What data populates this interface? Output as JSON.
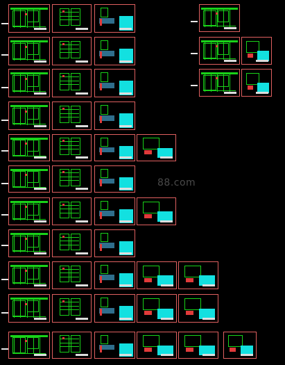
{
  "app": {
    "title": "",
    "watermark": "88.com"
  },
  "colors": {
    "background": "#000000",
    "sheet_border": "#e06060",
    "drawing_green": "#19d219",
    "accent_cyan": "#13e0e0",
    "accent_red": "#e03a3a",
    "accent_white": "#e8e8e8"
  },
  "drawing_rows": [
    {
      "name": "row-1",
      "sheets": 3
    },
    {
      "name": "row-2",
      "sheets": 3
    },
    {
      "name": "row-3",
      "sheets": 3
    },
    {
      "name": "row-4",
      "sheets": 3
    },
    {
      "name": "row-5",
      "sheets": 4
    },
    {
      "name": "row-6",
      "sheets": 3
    },
    {
      "name": "row-7",
      "sheets": 4
    },
    {
      "name": "row-8",
      "sheets": 3
    },
    {
      "name": "row-9",
      "sheets": 5
    },
    {
      "name": "row-10",
      "sheets": 5
    },
    {
      "name": "row-11",
      "sheets": 6
    }
  ],
  "right_column_rows": [
    {
      "name": "right-row-1",
      "sheets": 1
    },
    {
      "name": "right-row-2",
      "sheets": 2
    },
    {
      "name": "right-row-3",
      "sheets": 2
    }
  ]
}
